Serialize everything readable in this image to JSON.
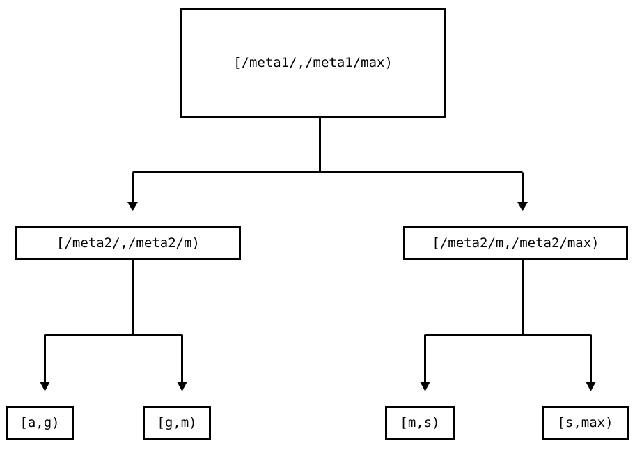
{
  "diagram": {
    "type": "tree",
    "title": "",
    "background_color": "#ffffff",
    "stroke_color": "#000000",
    "text_color": "#000000",
    "nodes": {
      "root": {
        "label": "[/meta1/,/meta1/max)"
      },
      "meta2_low": {
        "label": "[/meta2/,/meta2/m)"
      },
      "meta2_high": {
        "label": "[/meta2/m,/meta2/max)"
      },
      "leaf_ag": {
        "label": "[a,g)"
      },
      "leaf_gm": {
        "label": "[g,m)"
      },
      "leaf_ms": {
        "label": "[m,s)"
      },
      "leaf_smax": {
        "label": "[s,max)"
      }
    },
    "edges": [
      {
        "from": "root",
        "to": "meta2_low",
        "arrow": "down"
      },
      {
        "from": "root",
        "to": "meta2_high",
        "arrow": "down"
      },
      {
        "from": "meta2_low",
        "to": "leaf_ag",
        "arrow": "down"
      },
      {
        "from": "meta2_low",
        "to": "leaf_gm",
        "arrow": "down"
      },
      {
        "from": "meta2_high",
        "to": "leaf_ms",
        "arrow": "down"
      },
      {
        "from": "meta2_high",
        "to": "leaf_smax",
        "arrow": "down"
      }
    ]
  }
}
